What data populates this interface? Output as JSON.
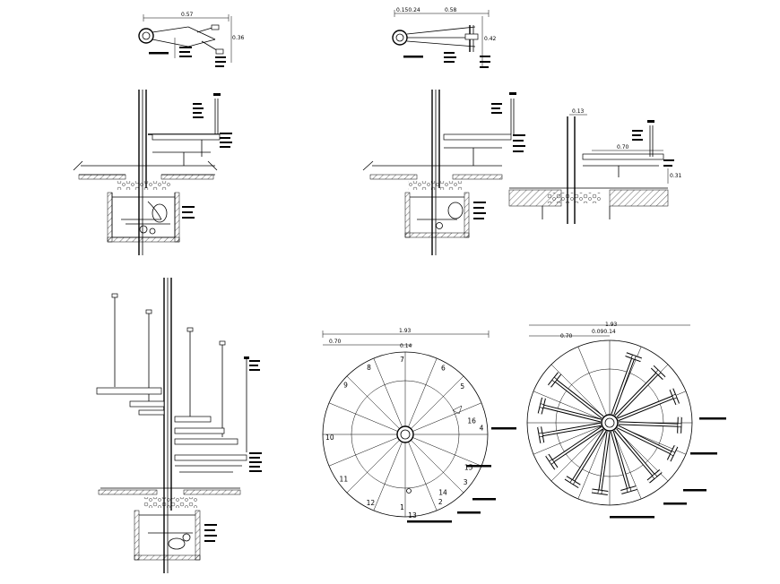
{
  "top_left_detail": {
    "dim_width": "0.57",
    "dim_height": "0.36"
  },
  "top_right_detail": {
    "dim_left": "0.150.24",
    "dim_width": "0.58",
    "dim_height": "0.42"
  },
  "right_section": {
    "dim_top": "0.13",
    "dim_mid": "0.70",
    "dim_small": "0.31"
  },
  "plan_left": {
    "dim_total": "1.93",
    "dim_part": "0.70",
    "dim_center": "0.14",
    "step_numbers": [
      "1",
      "2",
      "3",
      "4",
      "5",
      "6",
      "7",
      "8",
      "9",
      "10",
      "11",
      "12",
      "13",
      "14",
      "15",
      "16"
    ]
  },
  "plan_right": {
    "dim_total": "1.93",
    "dim_part": "0.70",
    "dim_center": "0.090.14"
  }
}
